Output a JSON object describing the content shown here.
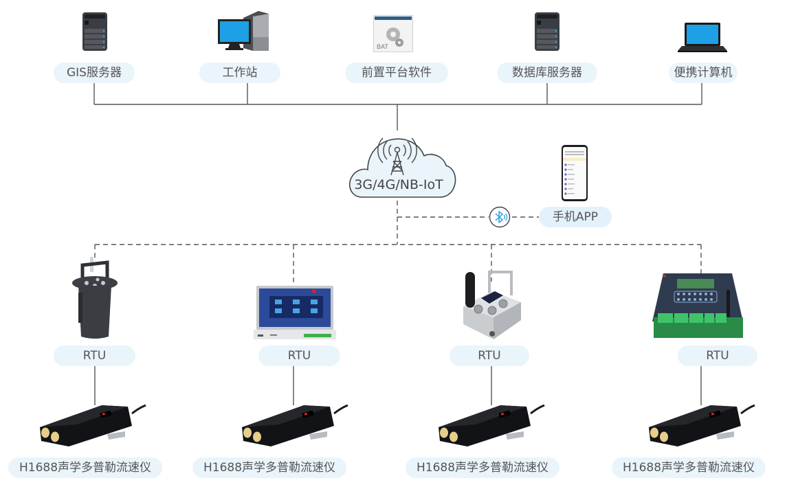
{
  "top_nodes": [
    {
      "label": "GIS服务器",
      "icon": "server-icon"
    },
    {
      "label": "工作站",
      "icon": "desktop-computer-icon"
    },
    {
      "label": "前置平台软件",
      "icon": "bat-software-gear-icon"
    },
    {
      "label": "数据库服务器",
      "icon": "server-icon"
    },
    {
      "label": "便携计算机",
      "icon": "laptop-icon"
    }
  ],
  "network": {
    "label": "3G/4G/NB-IoT",
    "icon": "cell-tower-cloud-icon"
  },
  "mobile": {
    "label": "手机APP",
    "icon": "smartphone-icon",
    "link_icon": "bluetooth-icon"
  },
  "rtus": [
    {
      "label": "RTU",
      "icon": "rtu-cylinder-device-icon"
    },
    {
      "label": "RTU",
      "icon": "rtu-touchscreen-device-icon"
    },
    {
      "label": "RTU",
      "icon": "rtu-compact-antenna-device-icon"
    },
    {
      "label": "RTU",
      "icon": "rtu-keypad-board-device-icon"
    }
  ],
  "sensors": [
    {
      "label": "H1688声学多普勒流速仪",
      "icon": "doppler-flow-sensor-icon"
    },
    {
      "label": "H1688声学多普勒流速仪",
      "icon": "doppler-flow-sensor-icon"
    },
    {
      "label": "H1688声学多普勒流速仪",
      "icon": "doppler-flow-sensor-icon"
    },
    {
      "label": "H1688声学多普勒流速仪",
      "icon": "doppler-flow-sensor-icon"
    }
  ],
  "colors": {
    "pill_bg": "#eaf4fb",
    "line": "#444444",
    "screen_blue": "#1ea0e6",
    "bluetooth": "#2a9fe0"
  }
}
